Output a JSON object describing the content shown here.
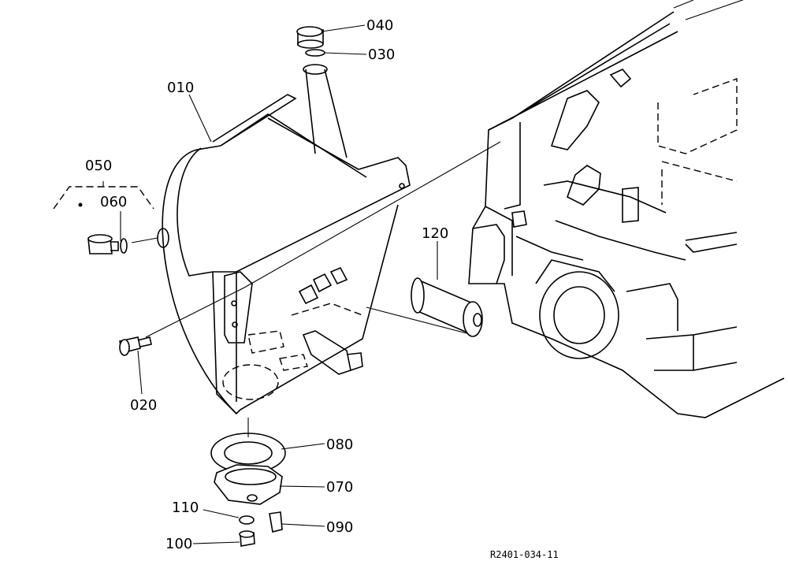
{
  "labels": {
    "p010": "010",
    "p020": "020",
    "p030": "030",
    "p040": "040",
    "p050": "050",
    "p060": "060",
    "p070": "070",
    "p080": "080",
    "p090": "090",
    "p100": "100",
    "p110": "110",
    "p120": "120"
  },
  "drawing_ref": "R2401-034-11"
}
